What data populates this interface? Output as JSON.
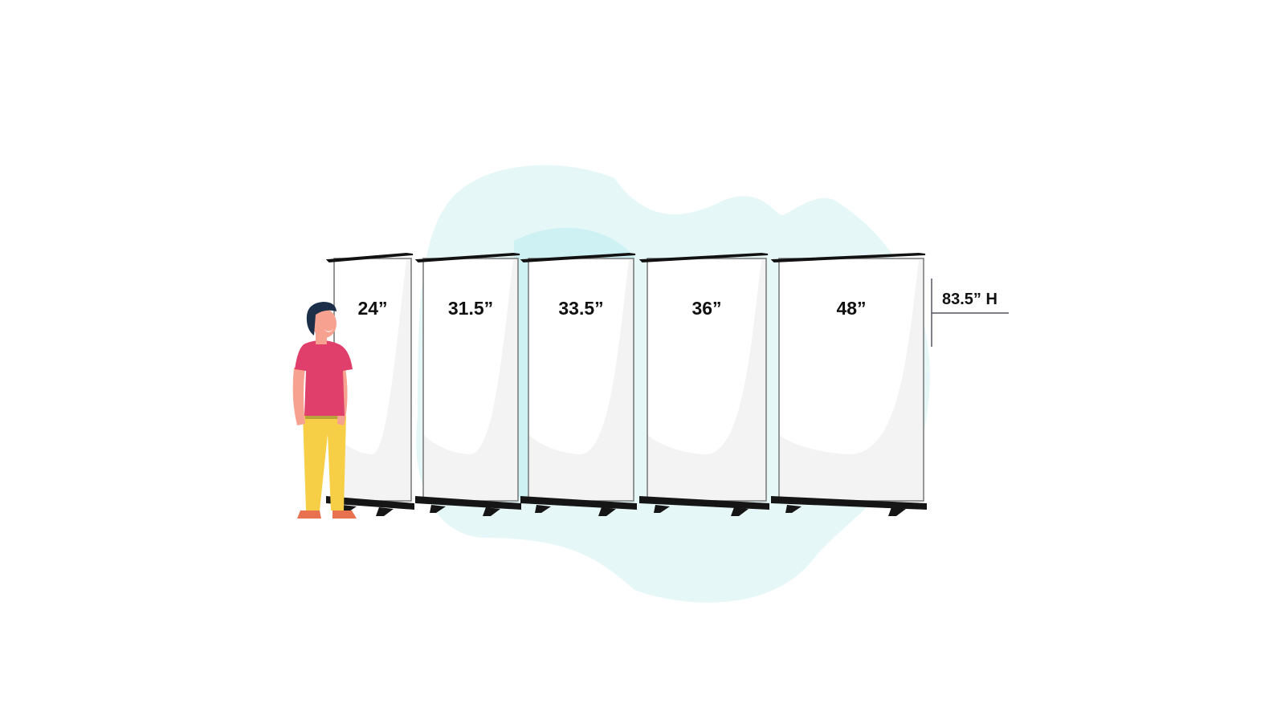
{
  "colors": {
    "blob": "#e6f7f8",
    "blob_dark": "#c8eff2",
    "screen": "#f3f3f3",
    "frame": "#111111",
    "shirt": "#e03e6b",
    "pants": "#f6cf47",
    "skin": "#f7a290",
    "hair": "#1b3048",
    "shoes": "#e8714f"
  },
  "banners": [
    {
      "width_label": "24”"
    },
    {
      "width_label": "31.5”"
    },
    {
      "width_label": "33.5”"
    },
    {
      "width_label": "36”"
    },
    {
      "width_label": "48”"
    }
  ],
  "height_label": "83.5” H"
}
